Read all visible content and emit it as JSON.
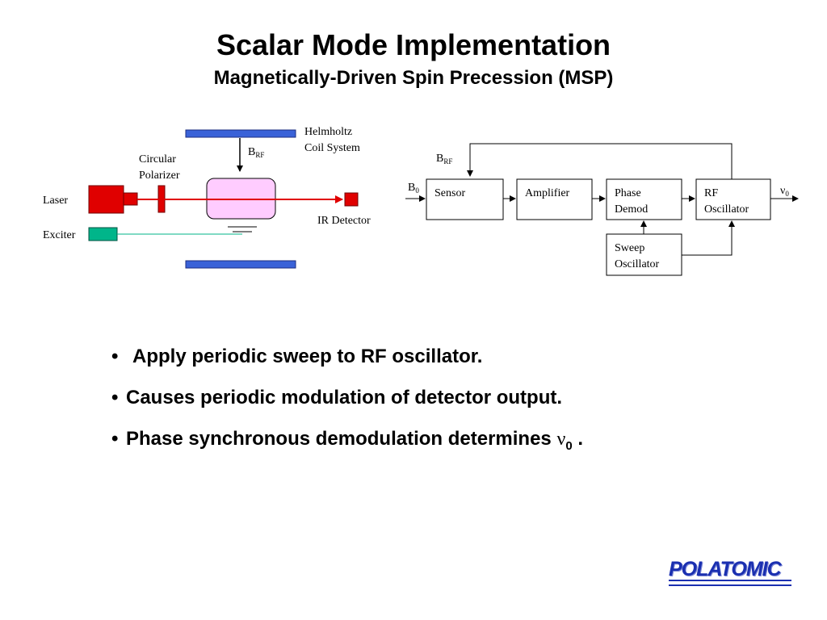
{
  "title": "Scalar Mode Implementation",
  "subtitle": "Magnetically-Driven Spin Precession (MSP)",
  "apparatus": {
    "helmholtz_label_line1": "Helmholtz",
    "helmholtz_label_line2": "Coil System",
    "brf_main": "B",
    "brf_sub": "RF",
    "polarizer_line1": "Circular",
    "polarizer_line2": "Polarizer",
    "laser_label": "Laser",
    "exciter_label": "Exciter",
    "ir_detector_label": "IR Detector",
    "colors": {
      "coil": "#3a62d8",
      "laser": "#e00000",
      "cell_fill": "#ffccff",
      "exciter": "#00b58a"
    }
  },
  "block_diagram": {
    "feedback_main": "B",
    "feedback_sub": "RF",
    "input_main": "B",
    "input_sub": "0",
    "output_main": "ν",
    "output_sub": "0",
    "sensor": "Sensor",
    "amplifier": "Amplifier",
    "phase_demod_line1": "Phase",
    "phase_demod_line2": "Demod",
    "rf_osc_line1": "RF",
    "rf_osc_line2": "Oscillator",
    "sweep_osc_line1": "Sweep",
    "sweep_osc_line2": "Oscillator"
  },
  "bullets": {
    "items": [
      "Apply periodic sweep to RF oscillator.",
      "Causes periodic modulation of detector output.",
      "Phase synchronous demodulation determines "
    ],
    "bullet_char": "•",
    "nu": "ν",
    "nu_sub": "0",
    "end": " ."
  },
  "logo": {
    "text": "POLATOMIC"
  }
}
